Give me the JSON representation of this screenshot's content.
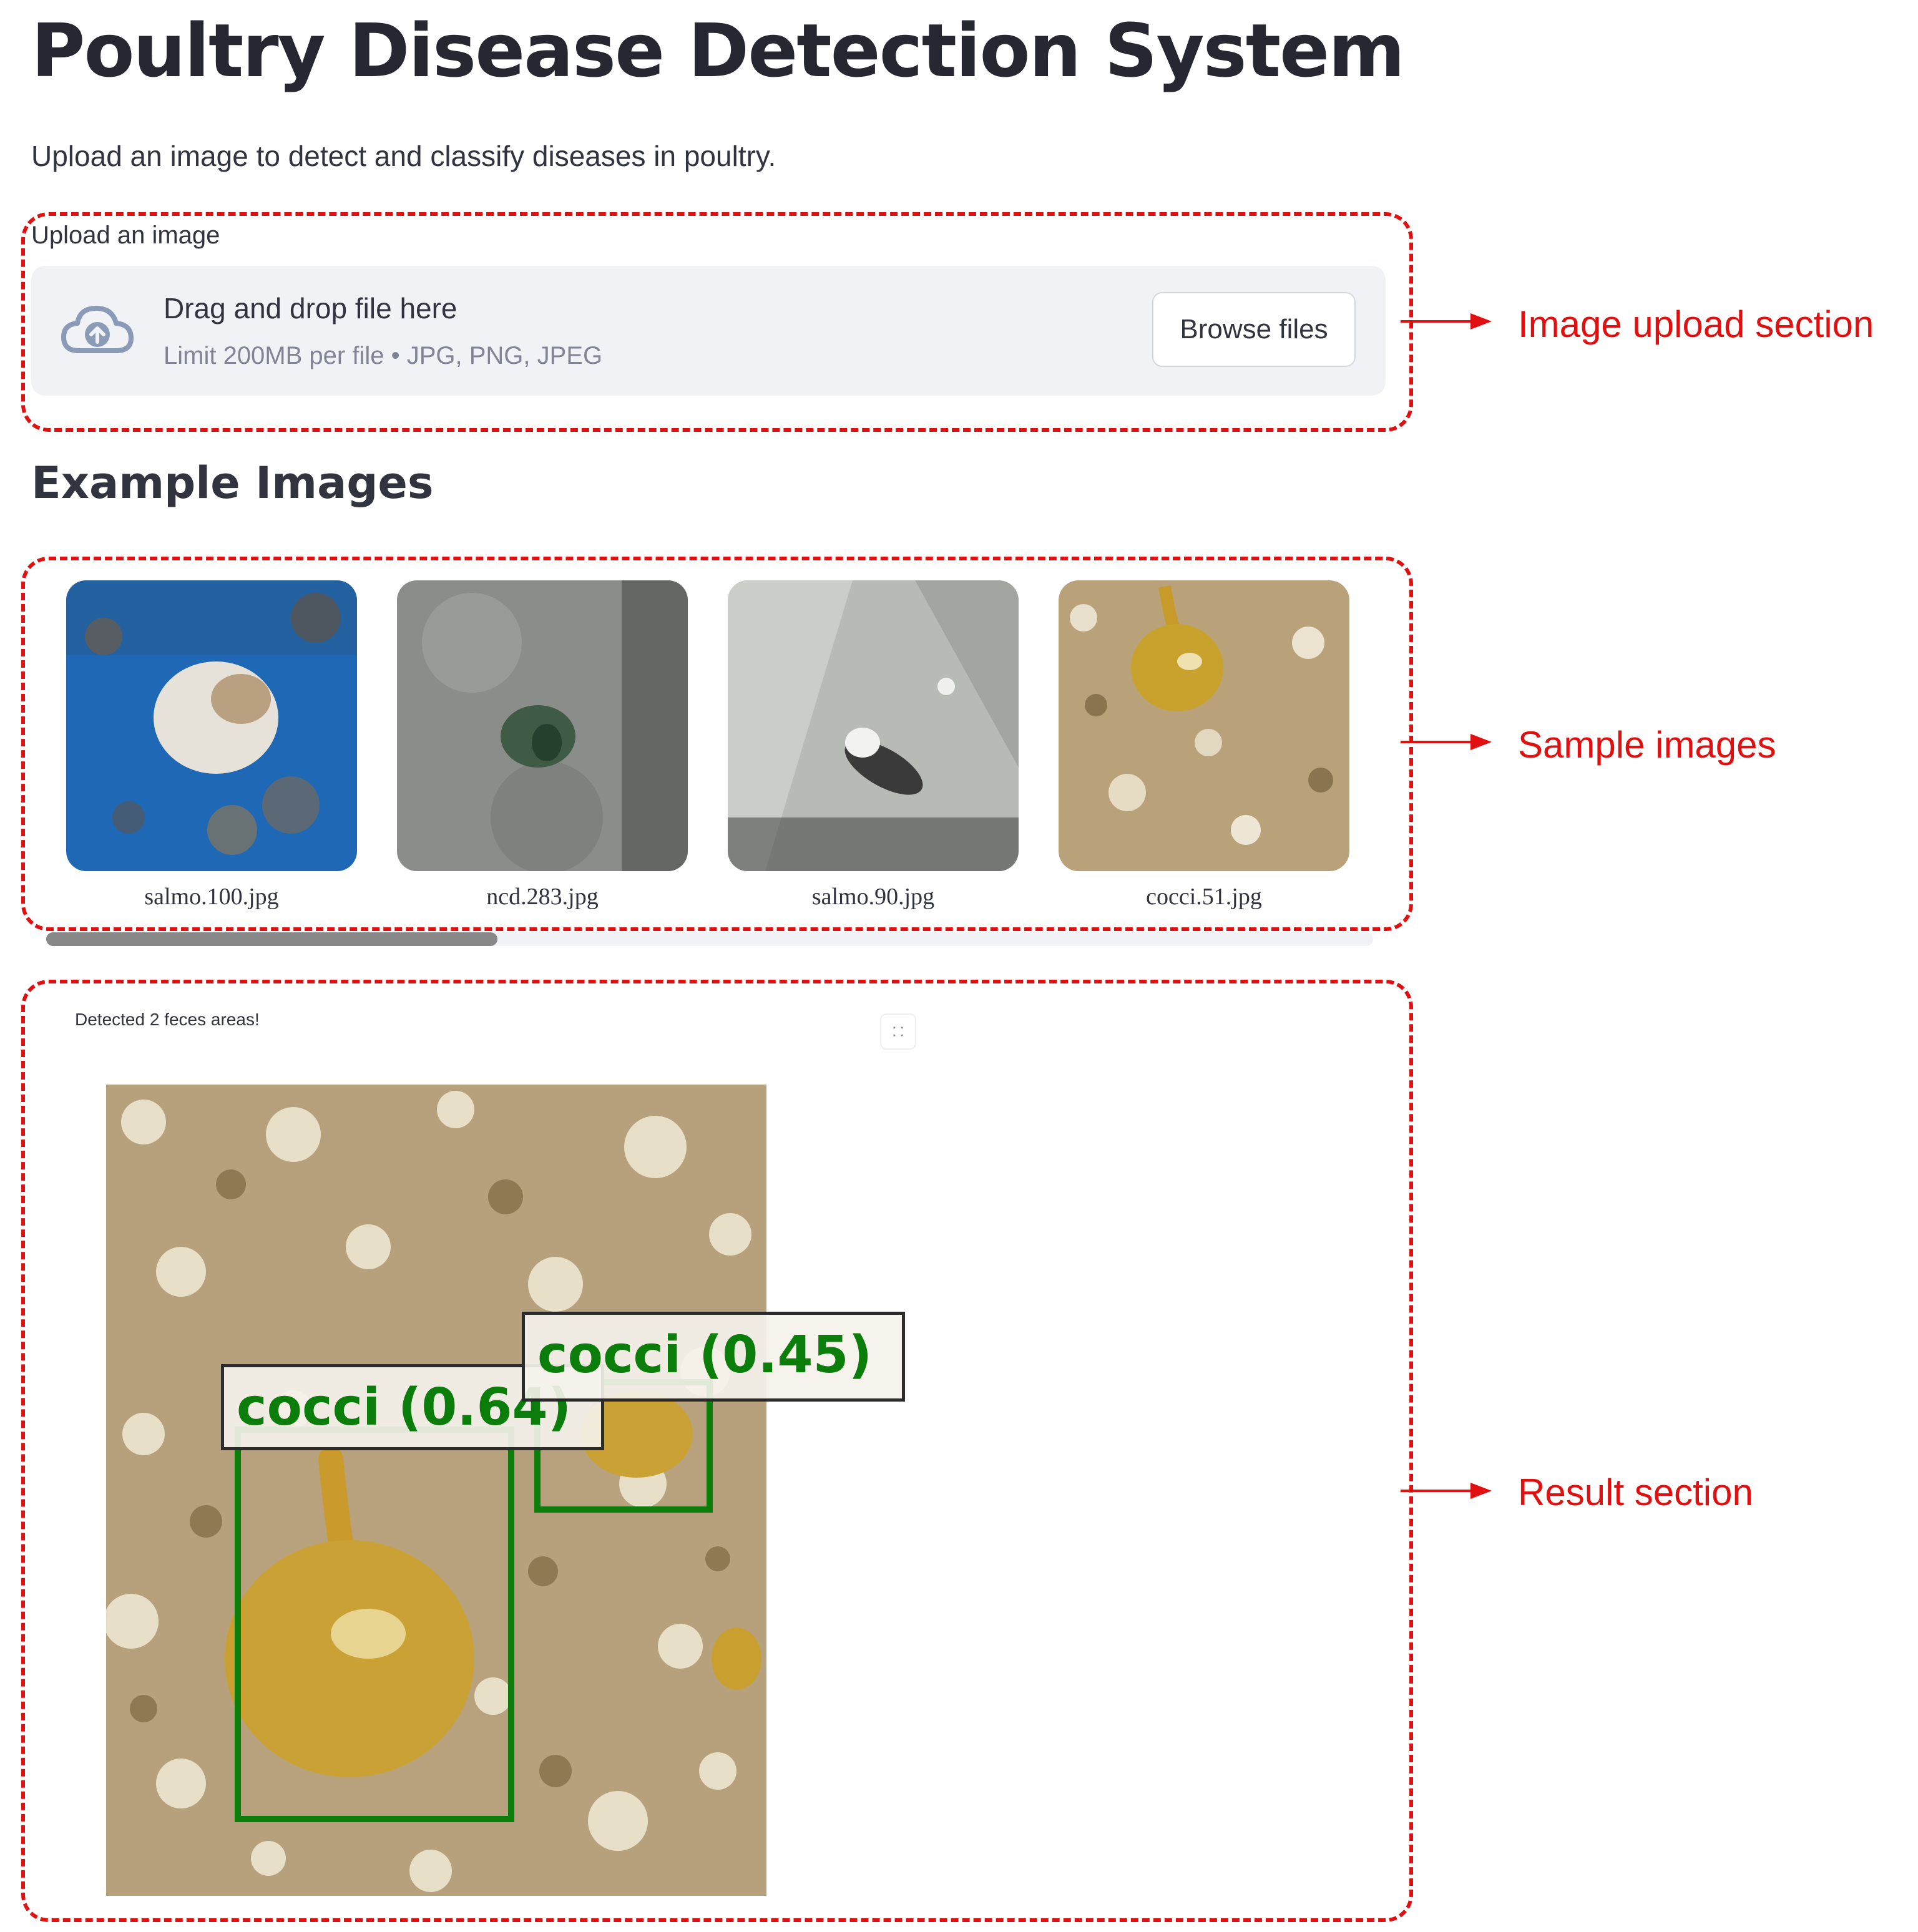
{
  "page": {
    "title": "Poultry Disease Detection System",
    "subtitle": "Upload an image to detect and classify diseases in poultry."
  },
  "uploader": {
    "label": "Upload an image",
    "dropzone_text": "Drag and drop file here",
    "limit_text": "Limit 200MB per file • JPG, PNG, JPEG",
    "browse_label": "Browse files"
  },
  "examples": {
    "heading": "Example Images",
    "items": [
      {
        "filename": "salmo.100.jpg"
      },
      {
        "filename": "ncd.283.jpg"
      },
      {
        "filename": "salmo.90.jpg"
      },
      {
        "filename": "cocci.51.jpg"
      }
    ],
    "scroll_fraction_visible": 0.34
  },
  "result": {
    "message": "Detected 2 feces areas!",
    "detections": [
      {
        "label": "cocci (0.64)"
      },
      {
        "label": "cocci (0.45)"
      }
    ]
  },
  "annotations": {
    "upload": "Image upload section",
    "samples": "Sample images",
    "result": "Result section"
  },
  "colors": {
    "annotation": "#e01010",
    "detection_box": "#0a7d0a",
    "dropzone_bg": "#f0f2f6"
  },
  "icons": {
    "upload": "cloud-upload-icon",
    "fullscreen": "fullscreen-icon",
    "arrow": "arrow-right-icon"
  }
}
